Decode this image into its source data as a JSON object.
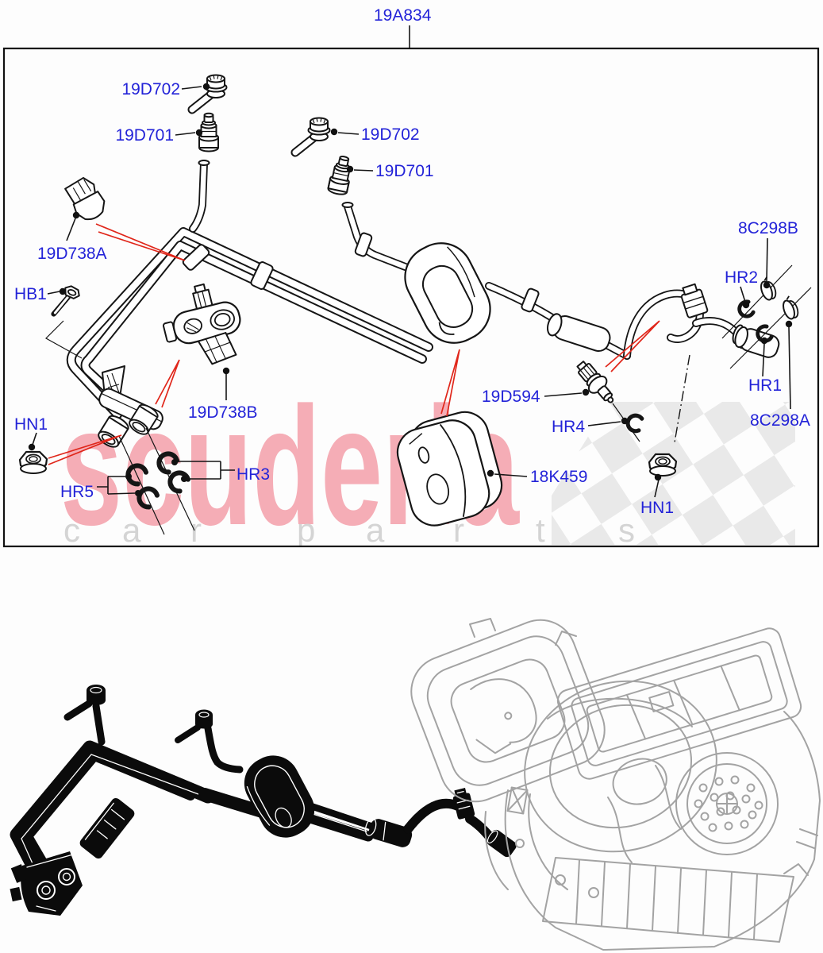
{
  "assembly": {
    "description": "air-conditioning-pipes-parts-diagram"
  },
  "callouts": [
    {
      "id": "19A834",
      "text": "19A834"
    },
    {
      "id": "19D702-1",
      "text": "19D702"
    },
    {
      "id": "19D701-1",
      "text": "19D701"
    },
    {
      "id": "19D702-2",
      "text": "19D702"
    },
    {
      "id": "19D701-2",
      "text": "19D701"
    },
    {
      "id": "19D738A",
      "text": "19D738A"
    },
    {
      "id": "HB1",
      "text": "HB1"
    },
    {
      "id": "19D738B",
      "text": "19D738B"
    },
    {
      "id": "HN1-left",
      "text": "HN1"
    },
    {
      "id": "HR5",
      "text": "HR5"
    },
    {
      "id": "HR3",
      "text": "HR3"
    },
    {
      "id": "19D594",
      "text": "19D594"
    },
    {
      "id": "HR4",
      "text": "HR4"
    },
    {
      "id": "18K459",
      "text": "18K459"
    },
    {
      "id": "8C298B",
      "text": "8C298B"
    },
    {
      "id": "HR2",
      "text": "HR2"
    },
    {
      "id": "HR1",
      "text": "HR1"
    },
    {
      "id": "8C298A",
      "text": "8C298A"
    },
    {
      "id": "HN1-right",
      "text": "HN1"
    }
  ],
  "watermark": {
    "brand": "scuderia",
    "tagline": [
      "c",
      "a",
      "r",
      "p",
      "a",
      "r",
      "t",
      "s"
    ]
  },
  "colors": {
    "label_blue": "#2323d8",
    "leader_red": "#e0261a",
    "line_black": "#151515",
    "hvac_gray": "#a3a3a3",
    "watermark_pink": "#f5adb6",
    "watermark_gray": "#d4d4d4",
    "checker_gray": "#e9e9e9"
  }
}
